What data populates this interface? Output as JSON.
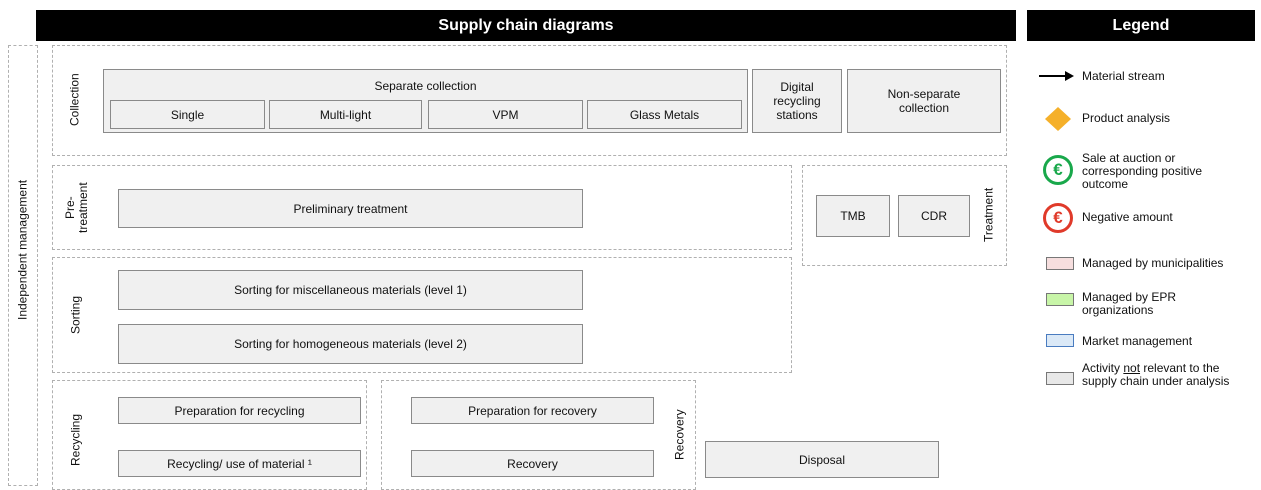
{
  "header": {
    "title": "Supply chain diagrams",
    "legend_title": "Legend"
  },
  "side_label": "Independent management",
  "sections": {
    "collection": "Collection",
    "pretreatment": "Pre-\ntreatment",
    "sorting": "Sorting",
    "recycling": "Recycling",
    "recovery": "Recovery",
    "treatment": "Treatment"
  },
  "boxes": {
    "separate_collection": "Separate collection",
    "single": "Single",
    "multi_light": "Multi-light",
    "vpm": "VPM",
    "glass_metals": "Glass Metals",
    "digital_recycling": "Digital\nrecycling\nstations",
    "non_separate": "Non-separate\ncollection",
    "preliminary_treatment": "Preliminary treatment",
    "tmb": "TMB",
    "cdr": "CDR",
    "sorting_misc": "Sorting for miscellaneous materials (level 1)",
    "sorting_homog": "Sorting for homogeneous materials (level 2)",
    "prep_recycling": "Preparation for recycling",
    "recycling_use": "Recycling/ use of material ¹",
    "prep_recovery": "Preparation for recovery",
    "recovery": "Recovery",
    "disposal": "Disposal"
  },
  "legend": {
    "material_stream": "Material stream",
    "product_analysis": "Product analysis",
    "sale_auction": "Sale at auction or\ncorresponding positive\noutcome",
    "negative_amount": "Negative amount",
    "managed_municipalities": "Managed by municipalities",
    "managed_epr": "Managed by EPR\norganizations",
    "market_management": "Market management",
    "activity_not": "not",
    "activity_prefix": "Activity ",
    "activity_suffix": " relevant to the\nsupply chain under analysis",
    "euro_symbol": "€"
  },
  "colors": {
    "header_bg": "#000000",
    "box_fill": "#f0f0f0",
    "diamond": "#f5b02a",
    "positive": "#19a84b",
    "negative": "#e03a2a",
    "municipal": "#f6dede",
    "epr": "#c8f5a8",
    "market": "#dbe9f7",
    "not_relevant": "#e8e8e8"
  }
}
